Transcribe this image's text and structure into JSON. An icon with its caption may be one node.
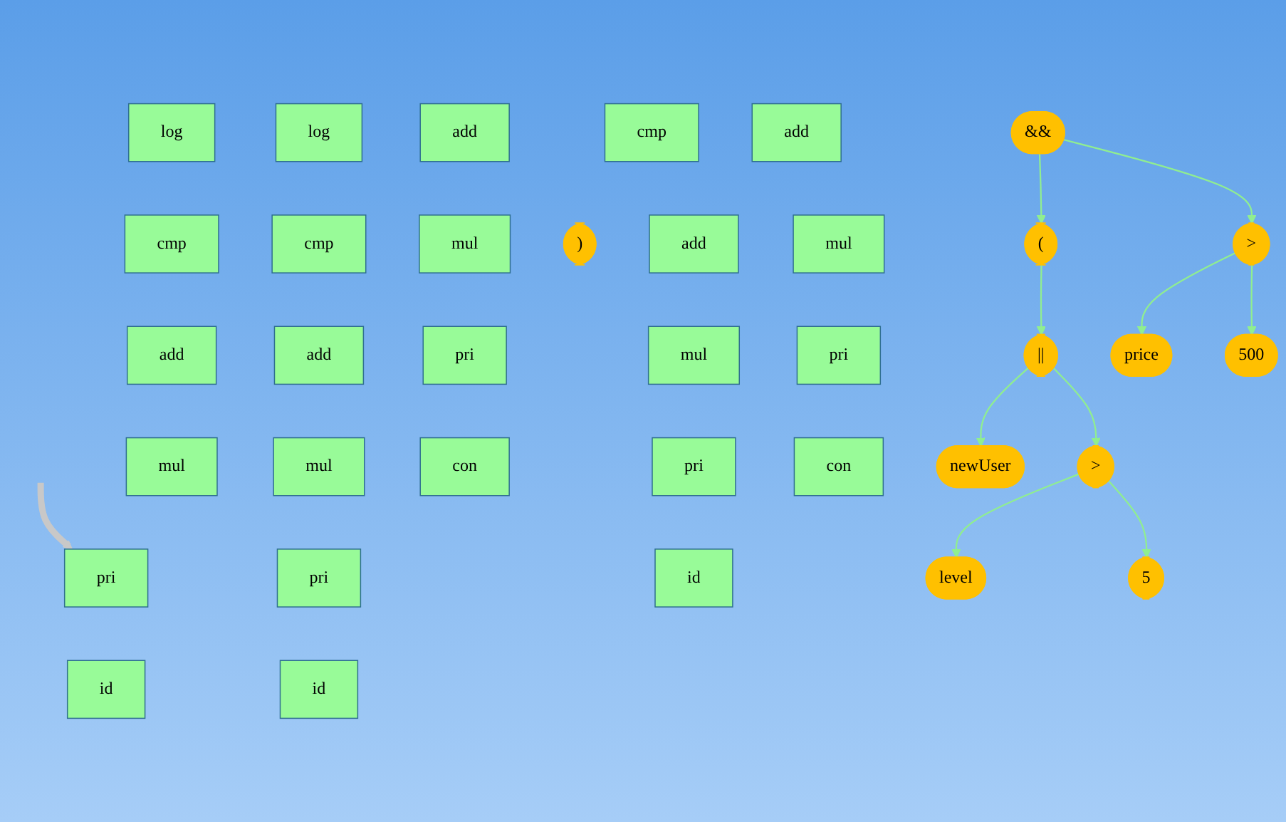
{
  "diagram": {
    "nodes": [
      {
        "text": [
          "log"
        ]
      },
      {
        "text": [
          "&&"
        ]
      },
      {
        "text": [
          "cmp"
        ]
      },
      {
        "text": [
          ">"
        ]
      },
      {
        "text": [
          "("
        ]
      },
      {
        "text": [
          ")"
        ]
      },
      {
        "text": [
          "add"
        ]
      },
      {
        "text": [
          "add"
        ]
      },
      {
        "text": [
          "log"
        ]
      },
      {
        "text": [
          "||"
        ]
      },
      {
        "text": [
          "mul"
        ]
      },
      {
        "text": [
          "mul"
        ]
      },
      {
        "text": [
          "cmp"
        ]
      },
      {
        "text": [
          "cmp"
        ]
      },
      {
        "text": [
          ">"
        ]
      },
      {
        "text": [
          "add"
        ]
      },
      {
        "text": [
          "add"
        ]
      },
      {
        "text": [
          "add"
        ]
      },
      {
        "text": [
          "pri"
        ]
      },
      {
        "text": [
          "pri"
        ]
      },
      {
        "text": [
          "mul"
        ]
      },
      {
        "text": [
          "mul"
        ]
      },
      {
        "text": [
          "mul"
        ]
      },
      {
        "text": [
          "id"
        ]
      },
      {
        "text": [
          "con"
        ]
      },
      {
        "text": [
          "pri"
        ]
      },
      {
        "text": [
          "pri"
        ]
      },
      {
        "text": [
          "pri"
        ]
      },
      {
        "text": [
          "price"
        ]
      },
      {
        "text": [
          "500"
        ]
      },
      {
        "text": [
          "id"
        ]
      },
      {
        "text": [
          "id"
        ]
      },
      {
        "text": [
          "con"
        ]
      },
      {
        "text": [
          "newUser"
        ]
      },
      {
        "text": [
          "level"
        ]
      },
      {
        "text": [
          "5"
        ]
      }
    ],
    "edges": [
      {
        "from": 1,
        "to": 3,
        "arrow": "to"
      },
      {
        "from": 1,
        "to": 4,
        "arrow": "to"
      },
      {
        "from": 3,
        "to": 28,
        "arrow": "to"
      },
      {
        "from": 3,
        "to": 29,
        "arrow": "to"
      },
      {
        "from": 4,
        "to": 9,
        "arrow": "to"
      },
      {
        "from": 9,
        "to": 33,
        "arrow": "to"
      },
      {
        "from": 9,
        "to": 14,
        "arrow": "to"
      },
      {
        "from": 14,
        "to": 34,
        "arrow": "to"
      },
      {
        "from": 14,
        "to": 35,
        "arrow": "to"
      },
      {
        "from": null,
        "to": 18,
        "arrow": "to",
        "style": "thick",
        "color": "#c8c8c8"
      }
    ]
  }
}
